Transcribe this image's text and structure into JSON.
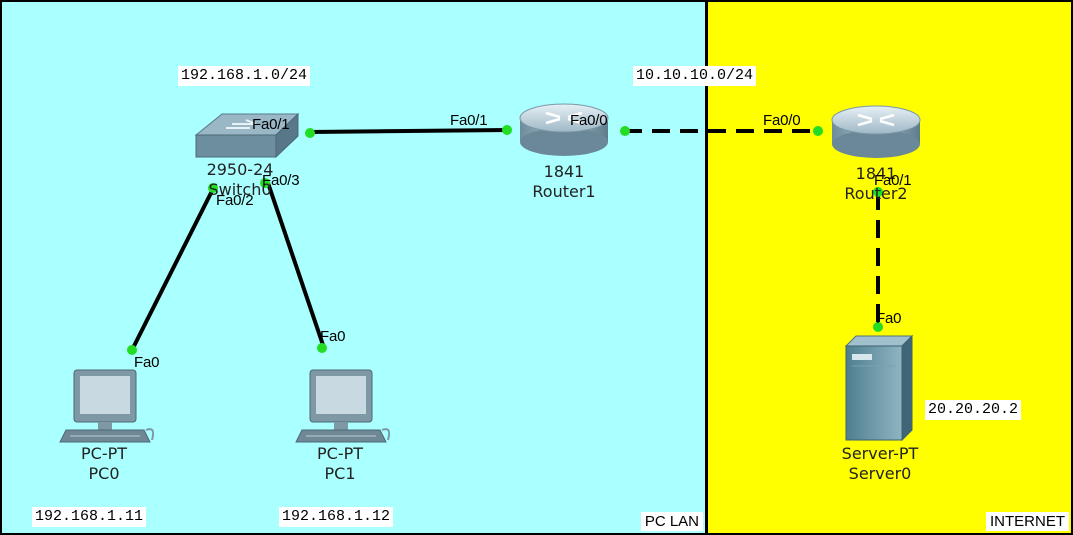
{
  "zones": {
    "lan": {
      "label": "PC LAN",
      "color": "#aaffff"
    },
    "internet": {
      "label": "INTERNET",
      "color": "#ffff00"
    }
  },
  "networks": {
    "lan_subnet": "192.168.1.0/24",
    "wan_subnet": "10.10.10.0/24"
  },
  "devices": {
    "switch": {
      "model": "2950-24",
      "name": "Switch0"
    },
    "router1": {
      "model": "1841",
      "name": "Router1"
    },
    "router2": {
      "model": "1841",
      "name": "Router2"
    },
    "pc0": {
      "model": "PC-PT",
      "name": "PC0",
      "ip": "192.168.1.11"
    },
    "pc1": {
      "model": "PC-PT",
      "name": "PC1",
      "ip": "192.168.1.12"
    },
    "server0": {
      "model": "Server-PT",
      "name": "Server0",
      "ip": "20.20.20.2"
    }
  },
  "ports": {
    "switch_fa01": "Fa0/1",
    "switch_fa02": "Fa0/2",
    "switch_fa03": "Fa0/3",
    "router1_fa01": "Fa0/1",
    "router1_fa00": "Fa0/0",
    "router2_fa00": "Fa0/0",
    "router2_fa01": "Fa0/1",
    "pc0_fa0": "Fa0",
    "pc1_fa0": "Fa0",
    "server_fa0": "Fa0"
  },
  "colors": {
    "link": "#000000",
    "port_up": "#22dd22"
  }
}
